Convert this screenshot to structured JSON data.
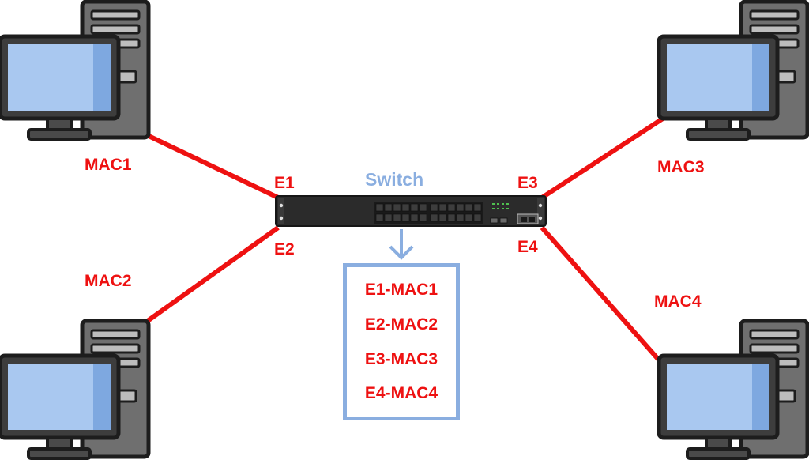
{
  "switch": {
    "title": "Switch"
  },
  "ports": {
    "e1": "E1",
    "e2": "E2",
    "e3": "E3",
    "e4": "E4"
  },
  "hosts": {
    "mac1": "MAC1",
    "mac2": "MAC2",
    "mac3": "MAC3",
    "mac4": "MAC4"
  },
  "mac_table": {
    "rows": [
      "E1-MAC1",
      "E2-MAC2",
      "E3-MAC3",
      "E4-MAC4"
    ]
  },
  "colors": {
    "link": "#ee1111",
    "label": "#ee1111",
    "switch_title": "#8aaee0",
    "table_border": "#8aaee0",
    "screen": "#a9c8f0",
    "outline": "#1d1d1d",
    "tower": "#707070"
  }
}
